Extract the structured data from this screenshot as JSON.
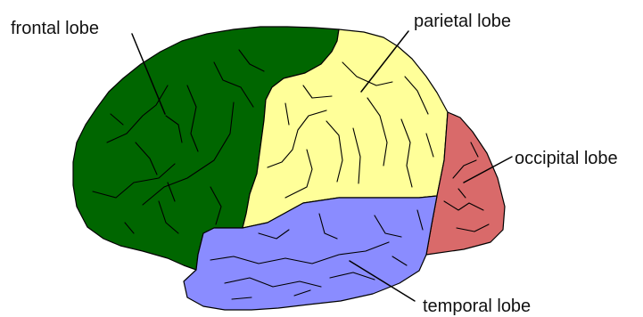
{
  "labels": {
    "frontal": "frontal lobe",
    "parietal": "parietal lobe",
    "occipital": "occipital lobe",
    "temporal": "temporal lobe"
  },
  "colors": {
    "frontal": "#006600",
    "parietal": "#ffff99",
    "occipital": "#d96a6a",
    "temporal": "#8a8cff",
    "outline": "#000000"
  }
}
